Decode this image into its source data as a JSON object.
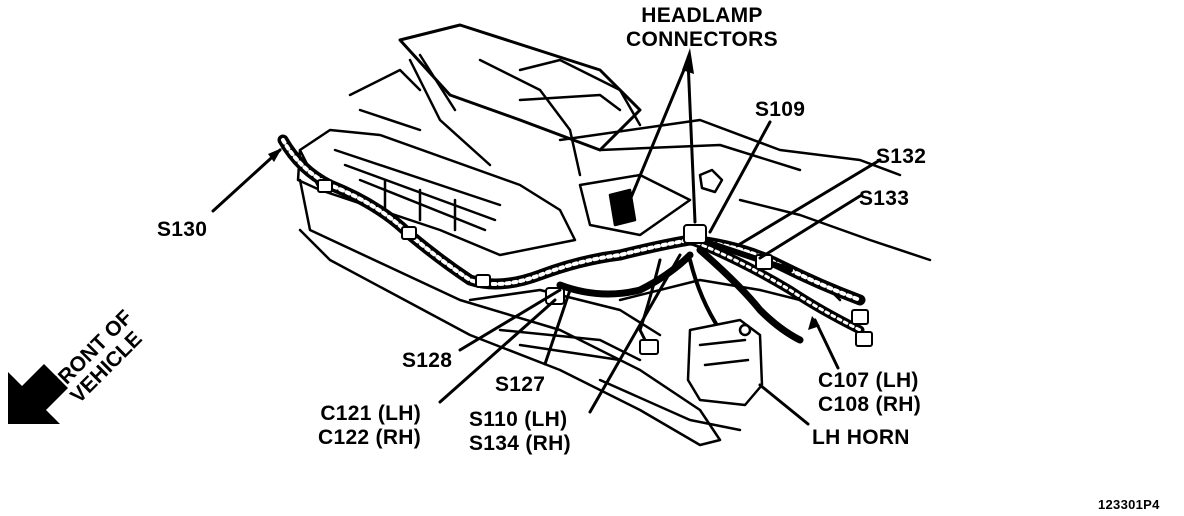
{
  "labels": {
    "headlamp_connectors": [
      "HEADLAMP",
      "CONNECTORS"
    ],
    "s109": "S109",
    "s132": "S132",
    "s133": "S133",
    "s130": "S130",
    "s128": "S128",
    "s127": "S127",
    "c121_c122": [
      "C121 (LH)",
      "C122 (RH)"
    ],
    "s110_s134": [
      "S110 (LH)",
      "S134 (RH)"
    ],
    "c107_c108": [
      "C107 (LH)",
      "C108 (RH)"
    ],
    "lh_horn": "LH HORN",
    "front_of_vehicle": [
      "FRONT OF",
      "VEHICLE"
    ],
    "figure_code": "123301P4"
  }
}
